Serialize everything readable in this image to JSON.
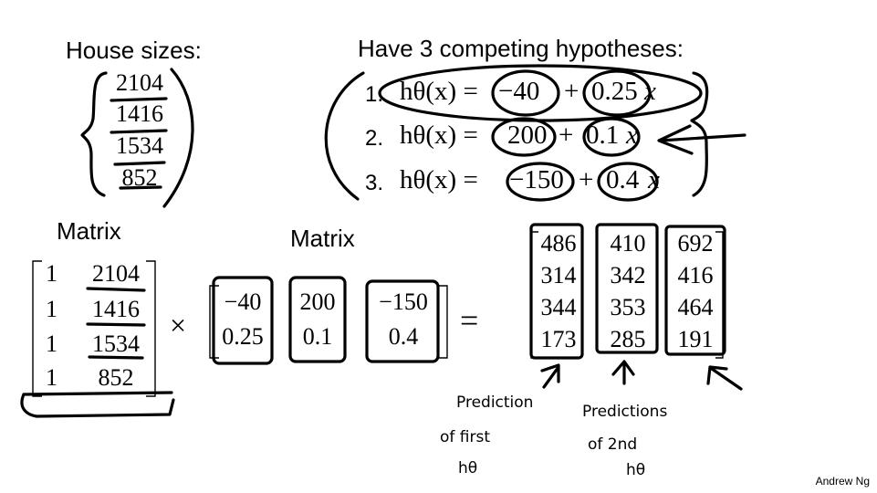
{
  "house": {
    "title": "House sizes:",
    "sizes": [
      "2104",
      "1416",
      "1534",
      "852"
    ]
  },
  "hypotheses": {
    "title": "Have 3 competing hypotheses:",
    "items": [
      {
        "index": "1.",
        "lhs": "hθ(x) =",
        "intercept": "−40",
        "plus": "+",
        "slope": "0.25",
        "var": "x"
      },
      {
        "index": "2.",
        "lhs": "hθ(x) =",
        "intercept": "200",
        "plus": "+",
        "slope": "0.1",
        "var": "x"
      },
      {
        "index": "3.",
        "lhs": "hθ(x) =",
        "intercept": "−150",
        "plus": "+",
        "slope": "0.4",
        "var": "x"
      }
    ]
  },
  "data_matrix": {
    "label": "Matrix",
    "ones": [
      "1",
      "1",
      "1",
      "1"
    ],
    "sizes": [
      "2104",
      "1416",
      "1534",
      "852"
    ]
  },
  "param_matrix": {
    "label": "Matrix",
    "columns": [
      {
        "top": "−40",
        "bottom": "0.25"
      },
      {
        "top": "200",
        "bottom": "0.1"
      },
      {
        "top": "−150",
        "bottom": "0.4"
      }
    ]
  },
  "operators": {
    "times": "×",
    "equals": "="
  },
  "result_matrix": {
    "columns": [
      [
        "486",
        "314",
        "344",
        "173"
      ],
      [
        "410",
        "342",
        "353",
        "285"
      ],
      [
        "692",
        "416",
        "464",
        "191"
      ]
    ]
  },
  "notes": {
    "note1": [
      "Prediction",
      "of first",
      "hθ"
    ],
    "note2": [
      "Predictions",
      "of 2nd",
      "hθ"
    ]
  },
  "credit": "Andrew Ng"
}
